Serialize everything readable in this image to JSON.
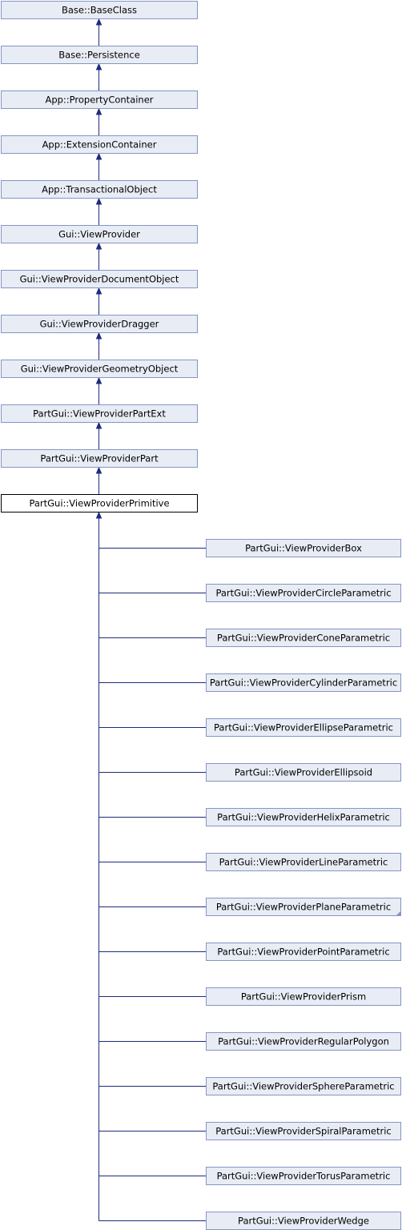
{
  "diagram": {
    "type": "inheritance-graph",
    "ancestors": [
      "Base::BaseClass",
      "Base::Persistence",
      "App::PropertyContainer",
      "App::ExtensionContainer",
      "App::TransactionalObject",
      "Gui::ViewProvider",
      "Gui::ViewProviderDocumentObject",
      "Gui::ViewProviderDragger",
      "Gui::ViewProviderGeometryObject",
      "PartGui::ViewProviderPartExt",
      "PartGui::ViewProviderPart"
    ],
    "current": "PartGui::ViewProviderPrimitive",
    "children": [
      {
        "name": "PartGui::ViewProviderBox",
        "truncated": false
      },
      {
        "name": "PartGui::ViewProviderCircleParametric",
        "truncated": false
      },
      {
        "name": "PartGui::ViewProviderConeParametric",
        "truncated": false
      },
      {
        "name": "PartGui::ViewProviderCylinderParametric",
        "truncated": false
      },
      {
        "name": "PartGui::ViewProviderEllipseParametric",
        "truncated": false
      },
      {
        "name": "PartGui::ViewProviderEllipsoid",
        "truncated": false
      },
      {
        "name": "PartGui::ViewProviderHelixParametric",
        "truncated": false
      },
      {
        "name": "PartGui::ViewProviderLineParametric",
        "truncated": false
      },
      {
        "name": "PartGui::ViewProviderPlaneParametric",
        "truncated": true
      },
      {
        "name": "PartGui::ViewProviderPointParametric",
        "truncated": false
      },
      {
        "name": "PartGui::ViewProviderPrism",
        "truncated": false
      },
      {
        "name": "PartGui::ViewProviderRegularPolygon",
        "truncated": false
      },
      {
        "name": "PartGui::ViewProviderSphereParametric",
        "truncated": false
      },
      {
        "name": "PartGui::ViewProviderSpiralParametric",
        "truncated": false
      },
      {
        "name": "PartGui::ViewProviderTorusParametric",
        "truncated": false
      },
      {
        "name": "PartGui::ViewProviderWedge",
        "truncated": false
      }
    ],
    "colors": {
      "node_fill": "#e8ecf5",
      "node_border": "#8595c4",
      "current_fill": "#ffffff",
      "current_border": "#000000",
      "edge": "#1e2b7e"
    }
  }
}
